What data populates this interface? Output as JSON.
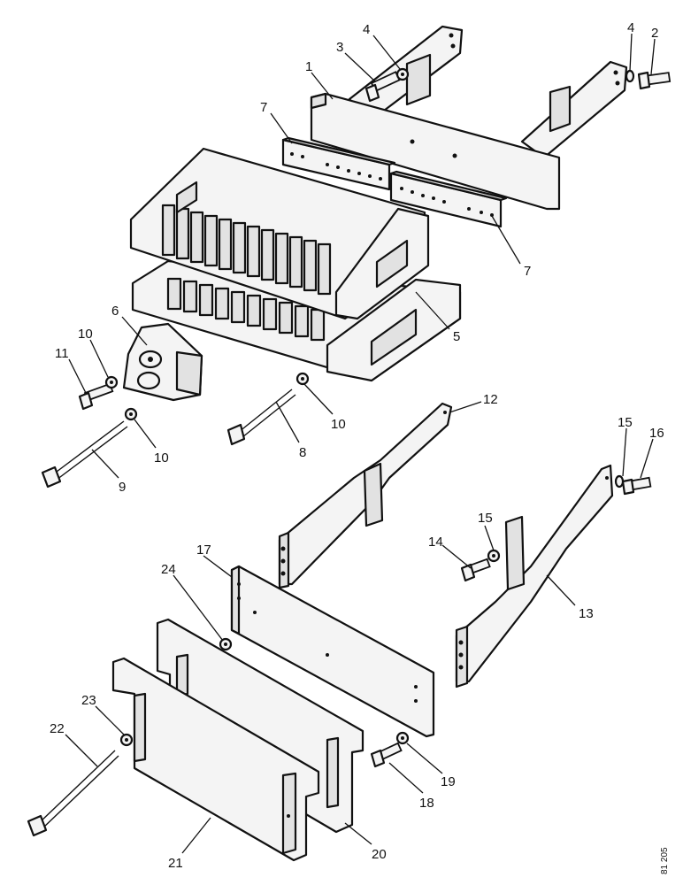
{
  "callouts": {
    "c1": "1",
    "c2": "2",
    "c3": "3",
    "c4a": "4",
    "c4b": "4",
    "c5": "5",
    "c6": "6",
    "c7a": "7",
    "c7b": "7",
    "c8": "8",
    "c9": "9",
    "c10a": "10",
    "c10b": "10",
    "c10c": "10",
    "c11": "11",
    "c12": "12",
    "c13": "13",
    "c14": "14",
    "c15a": "15",
    "c15b": "15",
    "c16": "16",
    "c17": "17",
    "c18": "18",
    "c19": "19",
    "c20": "20",
    "c21": "21",
    "c22": "22",
    "c23": "23",
    "c24": "24"
  },
  "drawing_ref": "81 205"
}
